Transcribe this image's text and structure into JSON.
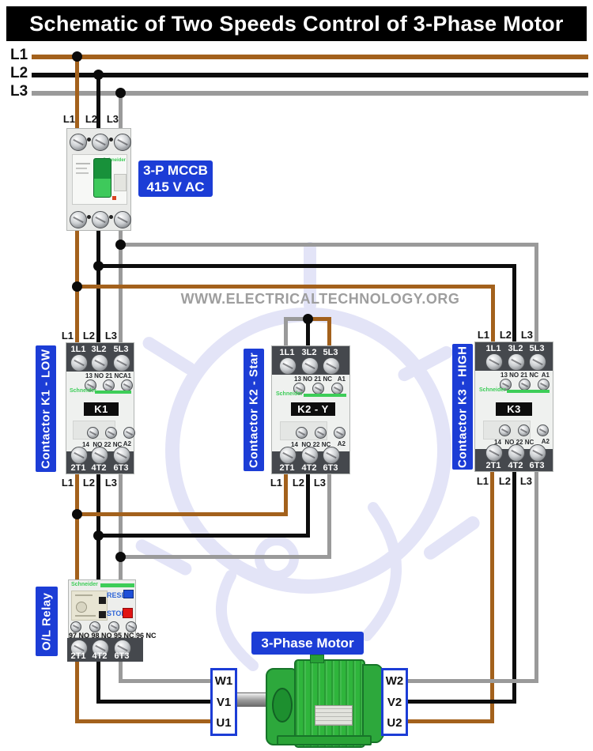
{
  "title": "Schematic of Two Speeds Control of 3-Phase Motor",
  "watermark_text": "WWW.ELECTRICALTECHNOLOGY.ORG",
  "brand": "Schneider",
  "supply_lines": [
    {
      "label": "L1",
      "color": "#a3611c"
    },
    {
      "label": "L2",
      "color": "#0d0d0d"
    },
    {
      "label": "L3",
      "color": "#9a9a9a"
    }
  ],
  "mccb": {
    "label_line1": "3-P MCCB",
    "label_line2": "415 V AC"
  },
  "contactors": [
    {
      "side_label": "Contactor K1 - LOW",
      "nameplate": "K1",
      "line_terminals": [
        "1L1",
        "3L2",
        "5L3"
      ],
      "load_terminals": [
        "2T1",
        "4T2",
        "6T3"
      ],
      "aux_top": "13 NO 21 NC",
      "aux_top_coil": "A1",
      "aux_bottom": "14  NO 22 NC",
      "aux_bottom_coil": "A2"
    },
    {
      "side_label": "Contactor K2 - Star",
      "nameplate": "K2 - Y",
      "line_terminals": [
        "1L1",
        "3L2",
        "5L3"
      ],
      "load_terminals": [
        "2T1",
        "4T2",
        "6T3"
      ],
      "aux_top": "13 NO 21 NC",
      "aux_top_coil": "A1",
      "aux_bottom": "14  NO 22 NC",
      "aux_bottom_coil": "A2"
    },
    {
      "side_label": "Contactor K3 - HIGH",
      "nameplate": "K3",
      "line_terminals": [
        "1L1",
        "3L2",
        "5L3"
      ],
      "load_terminals": [
        "2T1",
        "4T2",
        "6T3"
      ],
      "aux_top": "13 NO 21 NC",
      "aux_top_coil": "A1",
      "aux_bottom": "14  NO 22 NC",
      "aux_bottom_coil": "A2"
    }
  ],
  "relay": {
    "side_label": "O/L Relay",
    "reset_label": "RESET",
    "stop_label": "STOP",
    "aux_terminals": "97 NO 98 NO 95 NC 96 NC",
    "load_terminals": [
      "2T1",
      "4T2",
      "6T3"
    ]
  },
  "motor": {
    "label": "3-Phase Motor",
    "left_terminals": [
      "W1",
      "V1",
      "U1"
    ],
    "right_terminals": [
      "W2",
      "V2",
      "U2"
    ]
  },
  "colors": {
    "phase_l1_brown": "#a3611c",
    "phase_l2_black": "#0d0d0d",
    "phase_l3_gray": "#9a9a9a",
    "label_blue": "#1c3dd6",
    "schneider_green": "#3dcd58",
    "motor_green": "#2fb53c",
    "title_bg": "#000000"
  }
}
